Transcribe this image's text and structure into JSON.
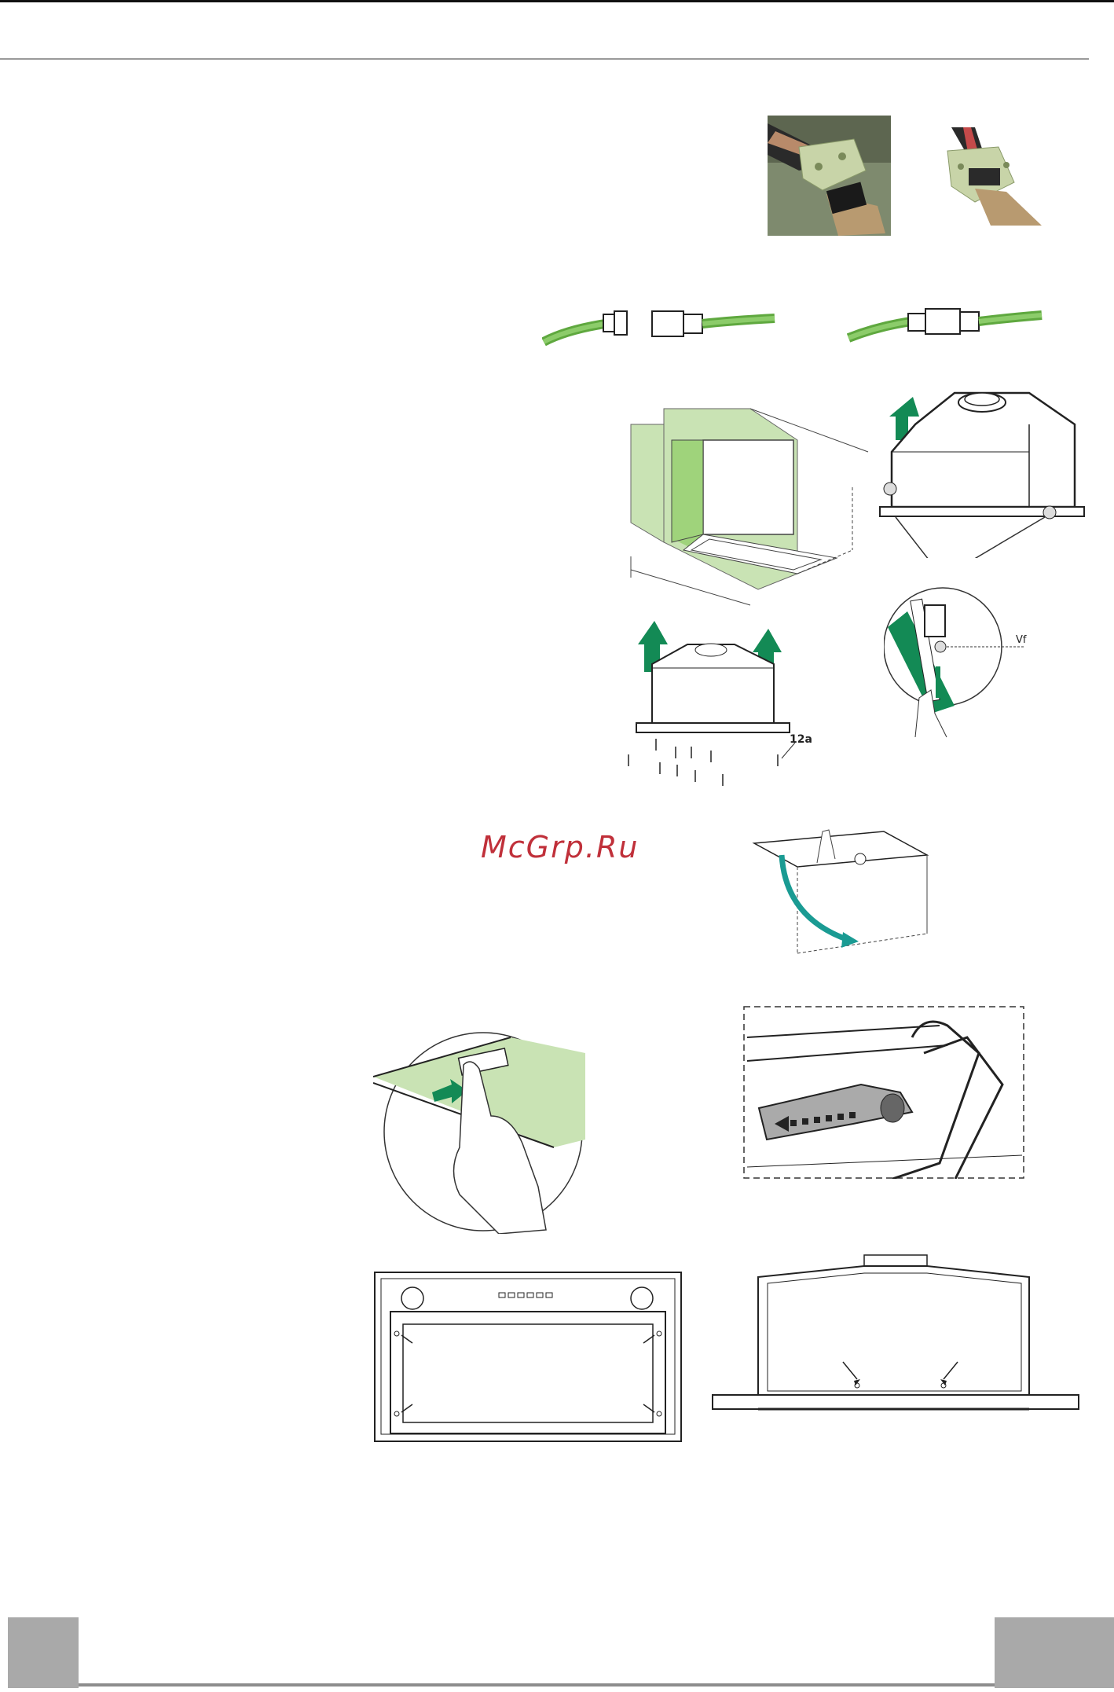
{
  "page": {
    "watermark": "McGrp.Ru",
    "labels": {
      "vf": "Vf",
      "part_12a": "12a"
    }
  },
  "colors": {
    "green_light": "#c9e3b4",
    "green_mid": "#9fd37b",
    "green_arrow": "#138a55",
    "teal_arrow": "#1a9b93",
    "footer_gray": "#a9a9a9"
  }
}
